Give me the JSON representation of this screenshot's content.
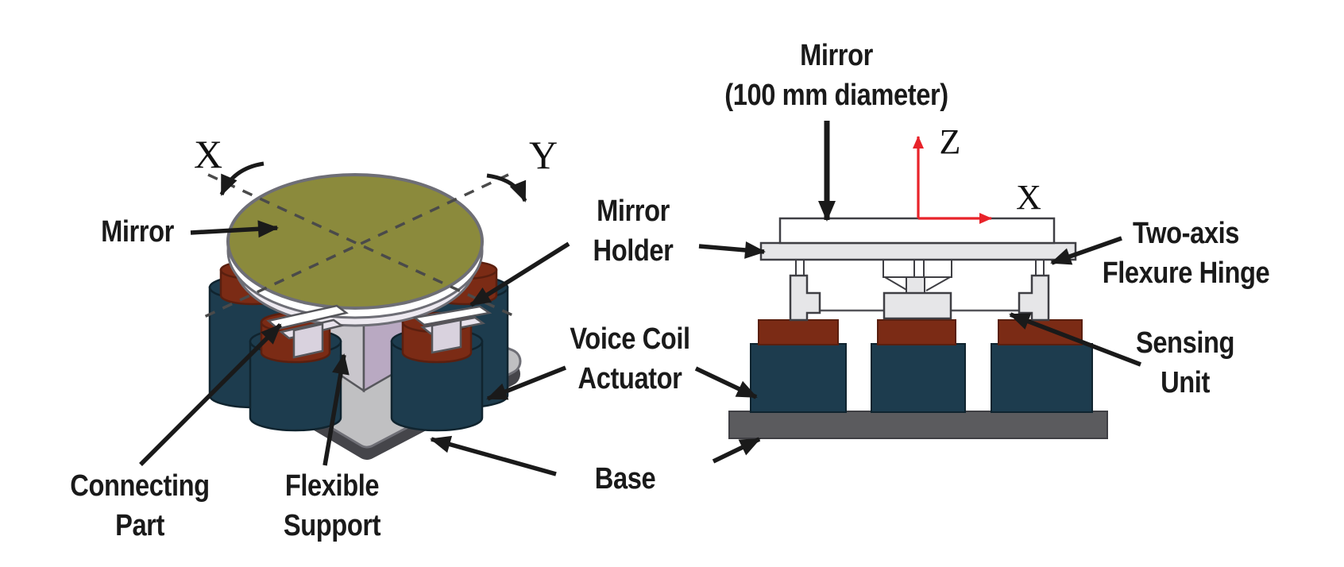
{
  "colors": {
    "mirror_olive": "#8B8A3C",
    "actuator_teal": "#1D3C4E",
    "magnet_red": "#7B2B15",
    "base_gray_top": "#C0C0C2",
    "base_gray_side": "#55555A",
    "right_base_gray": "#5B5B5E",
    "support_gray": "#C9C6CC",
    "lavender": "#B9A9C2",
    "panel_light": "#E6E6E8",
    "axis_red": "#E8232A",
    "ink": "#1A1A1A"
  },
  "left_view": {
    "axis_x": "X",
    "axis_y": "Y",
    "mirror_label": "Mirror",
    "connecting_part": [
      "Connecting",
      "Part"
    ],
    "flexible_support": [
      "Flexible",
      "Support"
    ]
  },
  "shared_labels": {
    "mirror_holder": [
      "Mirror",
      "Holder"
    ],
    "voice_coil_actuator": [
      "Voice Coil",
      "Actuator"
    ],
    "base": "Base"
  },
  "right_view": {
    "title": [
      "Mirror",
      "(100 mm diameter)"
    ],
    "axis_z": "Z",
    "axis_x": "X",
    "two_axis_flexure_hinge": [
      "Two-axis",
      "Flexure Hinge"
    ],
    "sensing_unit": [
      "Sensing",
      "Unit"
    ]
  }
}
